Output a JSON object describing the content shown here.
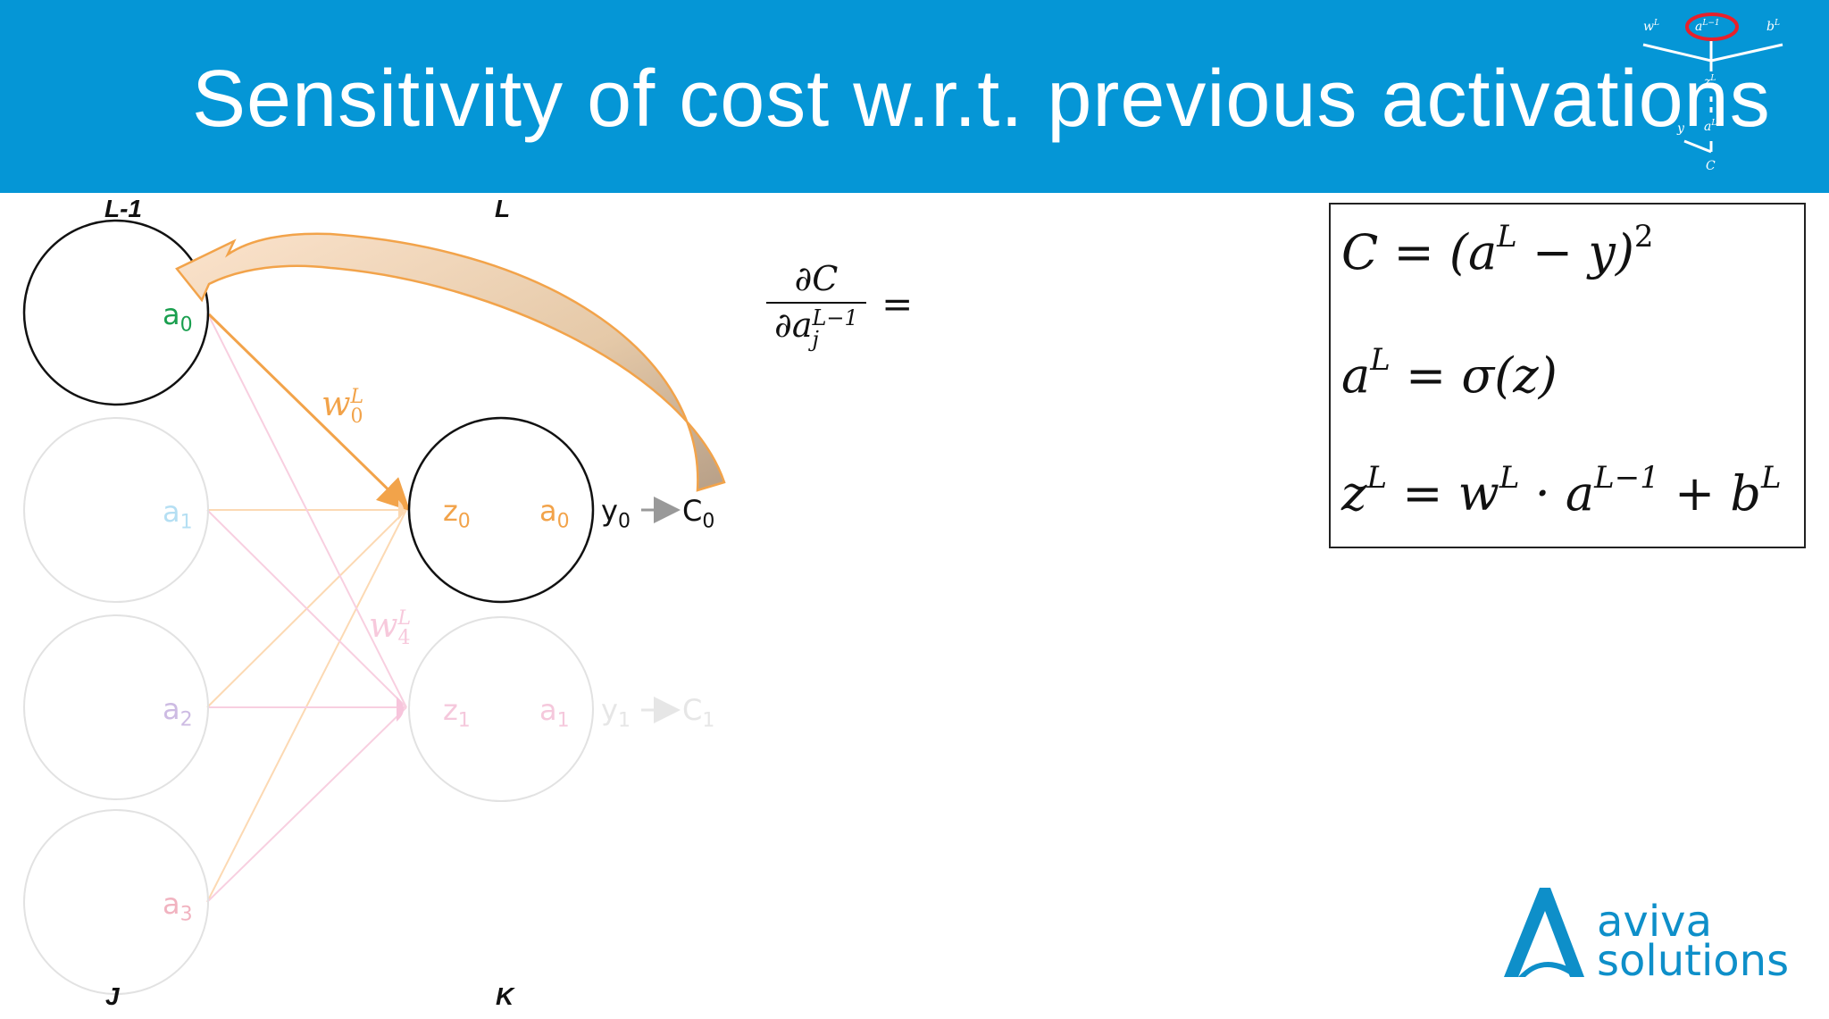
{
  "header": {
    "title": "Sensitivity of cost w.r.t. previous activations",
    "tree": {
      "w": "w",
      "a_prev": "a",
      "b": "b",
      "z": "z",
      "y": "y",
      "a": "a",
      "c": "C",
      "sup_L": "L",
      "sup_Lm1": "L−1"
    }
  },
  "layers": {
    "prev_top": "L-1",
    "curr_top": "L",
    "prev_bottom": "J",
    "curr_bottom": "K"
  },
  "prev_neurons": [
    {
      "letter": "a",
      "sub": "0",
      "color": "#1a9f4f"
    },
    {
      "letter": "a",
      "sub": "1",
      "color": "#b5dff3"
    },
    {
      "letter": "a",
      "sub": "2",
      "color": "#cdbbe3"
    },
    {
      "letter": "a",
      "sub": "3",
      "color": "#f1b3c0"
    }
  ],
  "curr_neurons": [
    {
      "z": "z",
      "z_sub": "0",
      "a": "a",
      "a_sub": "0",
      "y": "y",
      "y_sub": "0",
      "c": "C",
      "c_sub": "0"
    },
    {
      "z": "z",
      "z_sub": "1",
      "a": "a",
      "a_sub": "1",
      "y": "y",
      "y_sub": "1",
      "c": "C",
      "c_sub": "1"
    }
  ],
  "weights": {
    "w0": {
      "letter": "w",
      "sup": "L",
      "sub": "0"
    },
    "w4": {
      "letter": "w",
      "sup": "L",
      "sub": "4"
    }
  },
  "derivative": {
    "num": "∂C",
    "den_d": "∂a",
    "den_sup": "L−1",
    "den_sub": "j",
    "eq": "="
  },
  "equations": {
    "eq1": {
      "lhs": "C",
      "rhs1": " = (a",
      "sup1": "L",
      "rhs2": " − y)",
      "sup2": "2"
    },
    "eq2": {
      "lhs": "a",
      "sup1": "L",
      "rhs": " = σ(z)"
    },
    "eq3": {
      "lhs": "z",
      "sup1": "L",
      "rhs1": " = w",
      "sup2": "L",
      "rhs2": " · a",
      "sup3": "L−1",
      "rhs3": " + b",
      "sup4": "L"
    }
  },
  "logo": {
    "line1": "aviva",
    "line2": "solutions"
  }
}
